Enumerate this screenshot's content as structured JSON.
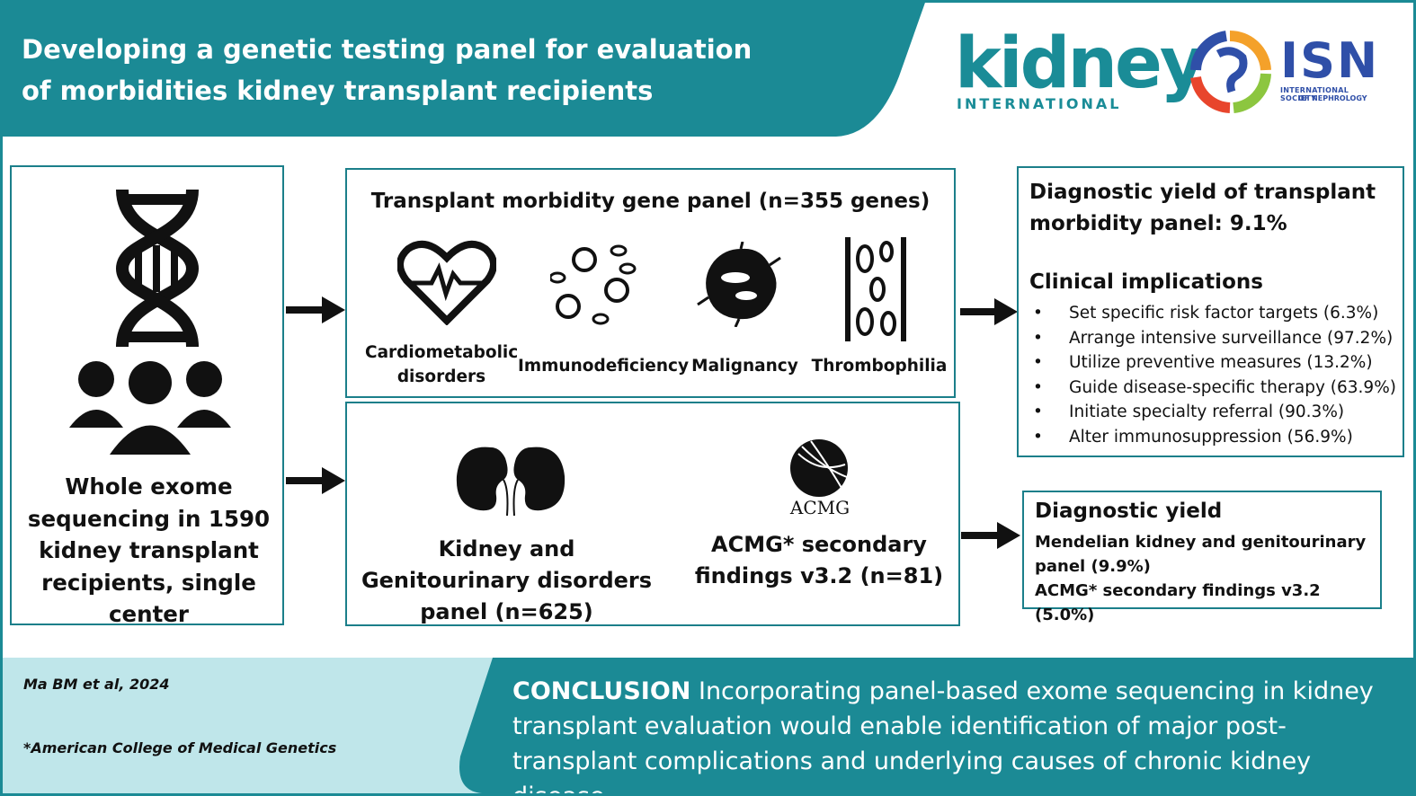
{
  "header": {
    "title": "Developing a genetic testing panel for evaluation of morbidities kidney transplant recipients",
    "journal_logo": {
      "word": "kidney",
      "sub": "INTERNATIONAL"
    },
    "society_logo": {
      "word": "ISN",
      "sub_line1": "INTERNATIONAL SOCIETY",
      "sub_line2": "OF NEPHROLOGY"
    }
  },
  "cohort": {
    "text": "Whole exome sequencing in 1590 kidney transplant recipients, single center",
    "icons": [
      "dna-icon",
      "people-icon"
    ]
  },
  "gene_panel": {
    "title": "Transplant morbidity gene panel (n=355 genes)",
    "categories": [
      {
        "label_line1": "Cardiometabolic",
        "label_line2": "disorders",
        "icon": "heart-icon"
      },
      {
        "label_line1": "Immunodeficiency",
        "label_line2": "",
        "icon": "pathogen-icon"
      },
      {
        "label_line1": "Malignancy",
        "label_line2": "",
        "icon": "cancer-cell-icon"
      },
      {
        "label_line1": "Thrombophilia",
        "label_line2": "",
        "icon": "blood-vessel-icon"
      }
    ]
  },
  "kidney_panel": {
    "label": "Kidney and Genitourinary disorders panel (n=625)",
    "acmg_label": "ACMG* secondary findings v3.2 (n=81)",
    "acmg_logo_text": "ACMG"
  },
  "yield_box": {
    "title": "Diagnostic yield of transplant morbidity panel: 9.1%",
    "implications_title": "Clinical implications",
    "implications": [
      "Set specific risk factor targets (6.3%)",
      "Arrange intensive surveillance (97.2%)",
      "Utilize preventive measures (13.2%)",
      "Guide disease-specific therapy (63.9%)",
      "Initiate specialty referral (90.3%)",
      "Alter immunosuppression (56.9%)"
    ]
  },
  "diagnostic_yield": {
    "title": "Diagnostic yield",
    "line1": "Mendelian kidney and genitourinary",
    "line2": "panel (9.9%)",
    "line3": "ACMG* secondary findings v3.2 (5.0%)"
  },
  "footer": {
    "citation": "Ma BM et al, 2024",
    "acmg_note": "*American College of Medical Genetics",
    "conclusion_lead": "CONCLUSION",
    "conclusion_text": "Incorporating panel-based exome sequencing in kidney transplant evaluation would enable identification of major post-transplant complications and underlying causes of chronic kidney disease."
  },
  "colors": {
    "teal": "#1b8a95",
    "light_teal": "#bfe6ea",
    "isn_blue": "#2f4fa8"
  }
}
